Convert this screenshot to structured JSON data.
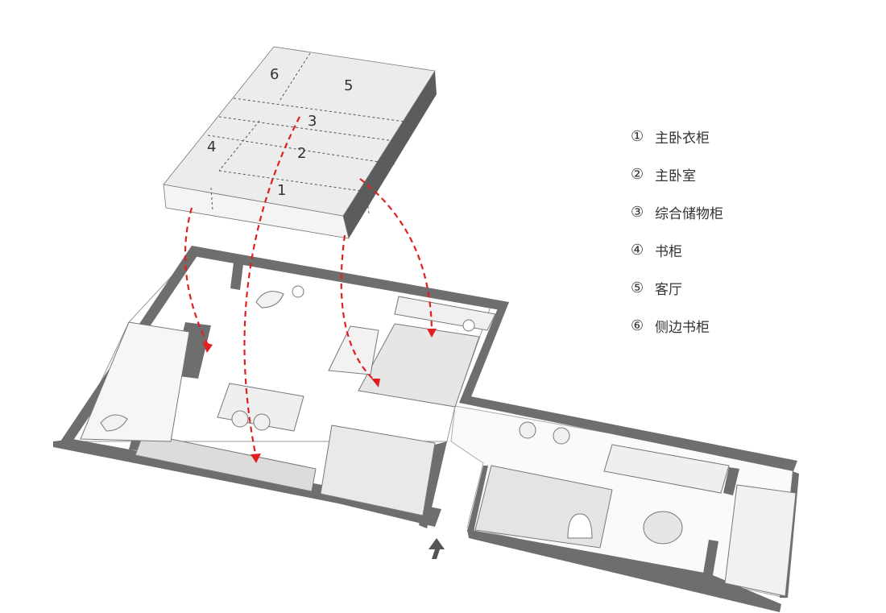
{
  "box_numbers": {
    "n1": "1",
    "n2": "2",
    "n3": "3",
    "n4": "4",
    "n5": "5",
    "n6": "6"
  },
  "legend": [
    {
      "num": "①",
      "label": "主卧衣柜"
    },
    {
      "num": "②",
      "label": "主卧室"
    },
    {
      "num": "③",
      "label": "综合储物柜"
    },
    {
      "num": "④",
      "label": "书柜"
    },
    {
      "num": "⑤",
      "label": "客厅"
    },
    {
      "num": "⑥",
      "label": "侧边书柜"
    }
  ],
  "colors": {
    "wall": "#6e6e6e",
    "arrow": "#e02020",
    "box_top": "#efefef",
    "box_side": "#5a5a5a",
    "floor_dark": "#555555"
  }
}
